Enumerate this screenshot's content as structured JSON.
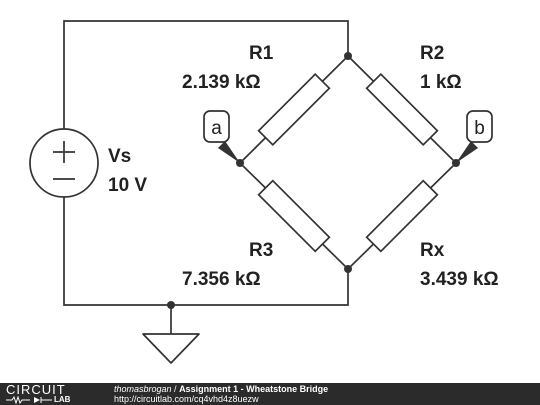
{
  "diagram": {
    "source": {
      "name": "Vs",
      "value": "10 V"
    },
    "resistors": [
      {
        "id": "r1",
        "name": "R1",
        "value": "2.139 kΩ"
      },
      {
        "id": "r2",
        "name": "R2",
        "value": "1 kΩ"
      },
      {
        "id": "r3",
        "name": "R3",
        "value": "7.356 kΩ"
      },
      {
        "id": "rx",
        "name": "Rx",
        "value": "3.439 kΩ"
      }
    ],
    "probes": [
      {
        "id": "a",
        "label": "a"
      },
      {
        "id": "b",
        "label": "b"
      }
    ]
  },
  "footer": {
    "logo_top": "CIRCUIT",
    "logo_bottom": "LAB",
    "author": "thomasbrogan",
    "separator": " / ",
    "title": "Assignment 1 - Wheatstone Bridge",
    "url": "http://circuitlab.com/cq4vhd4z8uezw"
  },
  "colors": {
    "wire": "#333333",
    "component_fill": "#ffffff",
    "footer_bg": "#2b2b2b",
    "text": "#222222"
  }
}
